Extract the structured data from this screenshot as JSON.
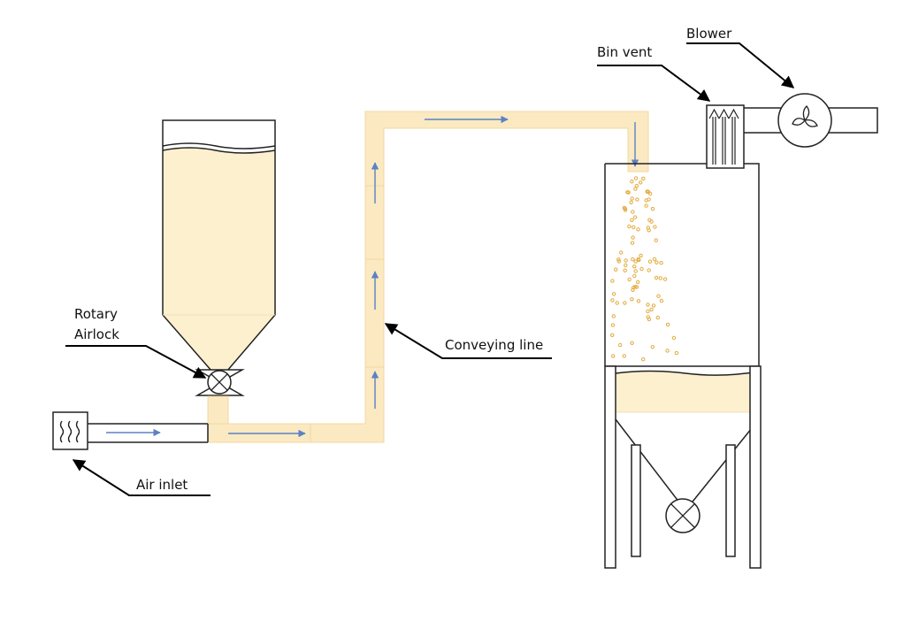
{
  "labels": {
    "rotary_airlock_line1": "Rotary",
    "rotary_airlock_line2": "Airlock",
    "conveying_line": "Conveying line",
    "air_inlet": "Air inlet",
    "bin_vent": "Bin vent",
    "blower": "Blower"
  },
  "colors": {
    "product": "#fdf0cf",
    "pipe": "#fbe9c2",
    "pipe_edge": "#f3d8a0",
    "flow_arrow": "#5b82c4",
    "particles": "#e2ab3f",
    "outline": "#222222"
  }
}
